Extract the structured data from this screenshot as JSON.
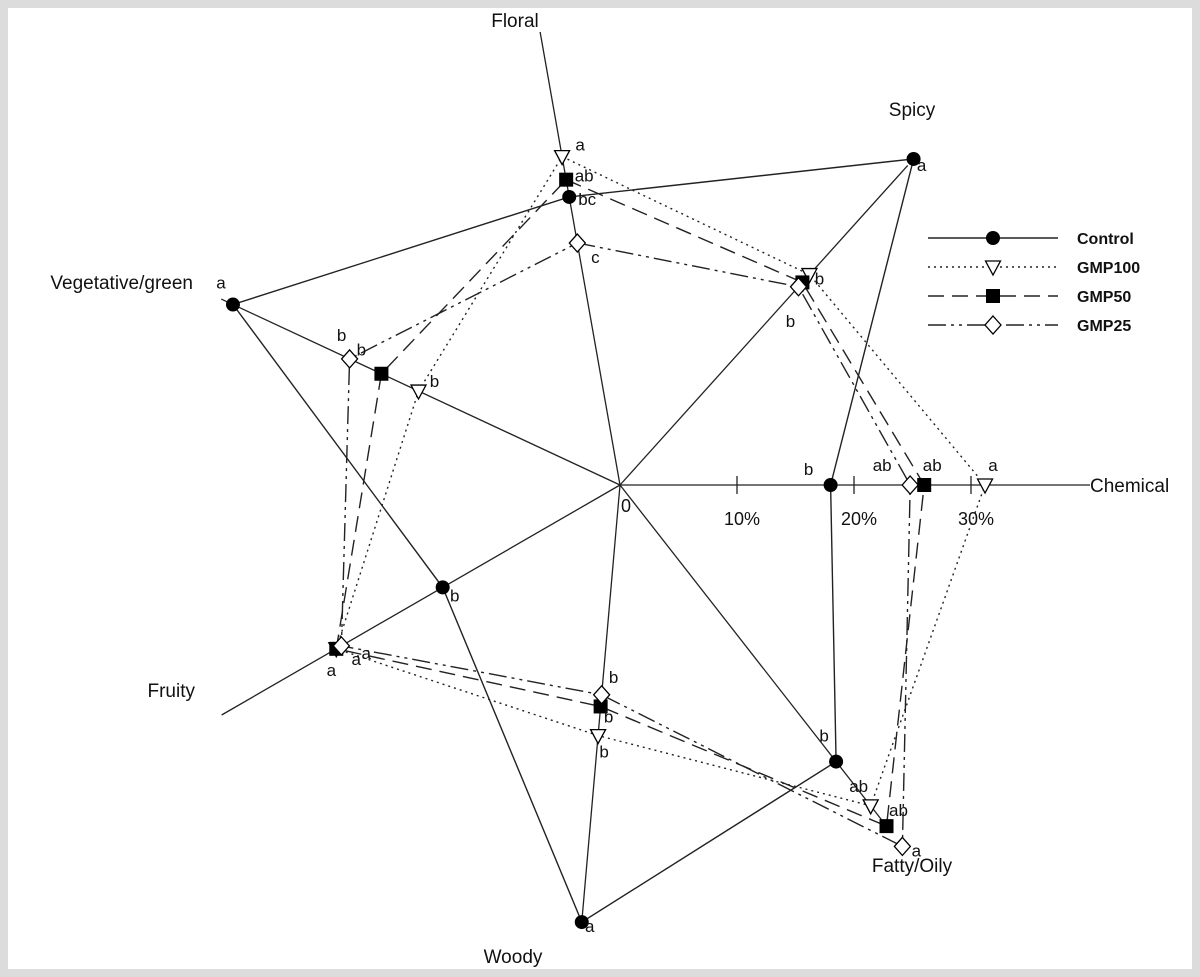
{
  "chart_data": {
    "type": "radar",
    "axes": [
      "Floral",
      "Spicy",
      "Chemical",
      "Fatty/Oily",
      "Woody",
      "Fruity",
      "Vegetative/green"
    ],
    "angles_deg": [
      100,
      48,
      0,
      -52,
      -95,
      -150,
      155
    ],
    "axis_max": [
      40,
      40,
      40,
      40,
      40,
      40,
      40
    ],
    "rings": [
      10,
      20,
      30
    ],
    "tick_labels": [
      "10%",
      "20%",
      "30%"
    ],
    "origin_label": "0",
    "legend_position": "right",
    "series": [
      {
        "name": "Control",
        "marker": "circle-filled",
        "dash": "",
        "values": [
          25.0,
          37.5,
          18.0,
          30.0,
          37.5,
          17.5,
          36.5
        ],
        "sig": [
          "bc",
          "a",
          "b",
          "b",
          "a",
          "b",
          "a"
        ]
      },
      {
        "name": "GMP100",
        "marker": "triangle-open",
        "dash": "2,4",
        "values": [
          28.5,
          24.2,
          31.2,
          34.8,
          21.5,
          28.0,
          19.0
        ],
        "sig": [
          "a",
          "b",
          "a",
          "ab",
          "b",
          "a",
          "b"
        ]
      },
      {
        "name": "GMP50",
        "marker": "square-filled",
        "dash": "16,8",
        "values": [
          26.5,
          23.3,
          26.0,
          37.0,
          19.0,
          28.0,
          22.5
        ],
        "sig": [
          "ab",
          "b",
          "ab",
          "ab",
          "b",
          "a",
          "b"
        ]
      },
      {
        "name": "GMP25",
        "marker": "diamond-open",
        "dash": "18,5,3,5,3,5",
        "values": [
          21.0,
          22.8,
          24.8,
          39.2,
          18.0,
          27.5,
          25.5
        ],
        "sig": [
          "c",
          "b",
          "ab",
          "a",
          "b",
          "a",
          "b"
        ]
      }
    ]
  }
}
